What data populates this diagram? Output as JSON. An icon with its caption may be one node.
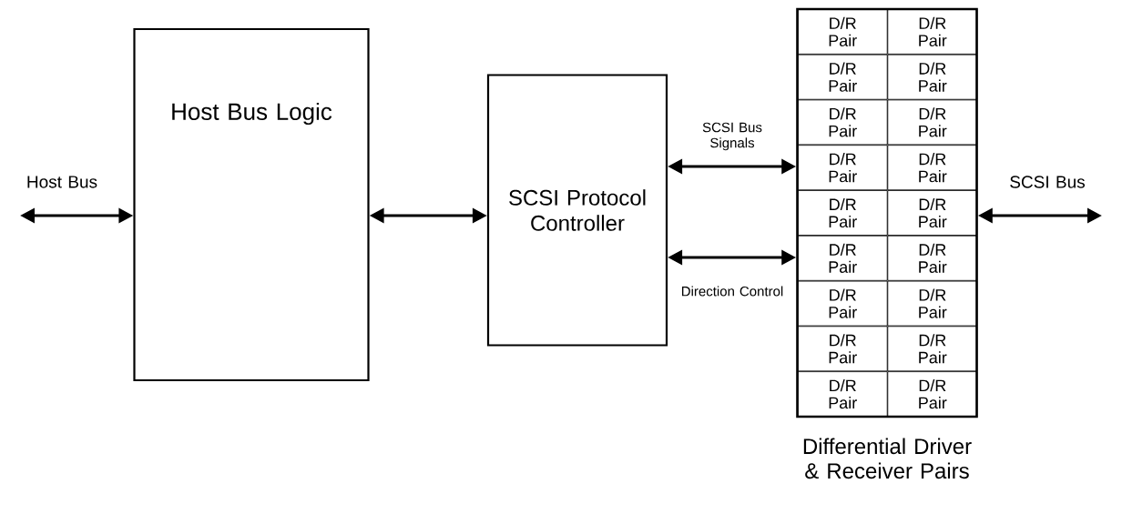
{
  "diagram": {
    "nodes": [
      {
        "text": [
          "Host Bus Logic"
        ]
      },
      {
        "text": [
          "SCSI Protocol Controller"
        ]
      },
      {
        "text": [
          "Differential Driver & Receiver Pairs"
        ]
      },
      {
        "text": [
          "D/R Pair"
        ],
        "in": 2
      },
      {
        "text": [
          "D/R Pair"
        ],
        "in": 2
      },
      {
        "text": [
          "D/R Pair"
        ],
        "in": 2
      },
      {
        "text": [
          "D/R Pair"
        ],
        "in": 2
      },
      {
        "text": [
          "D/R Pair"
        ],
        "in": 2
      },
      {
        "text": [
          "D/R Pair"
        ],
        "in": 2
      },
      {
        "text": [
          "D/R Pair"
        ],
        "in": 2
      },
      {
        "text": [
          "D/R Pair"
        ],
        "in": 2
      },
      {
        "text": [
          "D/R Pair"
        ],
        "in": 2
      },
      {
        "text": [
          "D/R Pair"
        ],
        "in": 2
      },
      {
        "text": [
          "D/R Pair"
        ],
        "in": 2
      },
      {
        "text": [
          "D/R Pair"
        ],
        "in": 2
      },
      {
        "text": [
          "D/R Pair"
        ],
        "in": 2
      },
      {
        "text": [
          "D/R Pair"
        ],
        "in": 2
      },
      {
        "text": [
          "D/R Pair"
        ],
        "in": 2
      },
      {
        "text": [
          "D/R Pair"
        ],
        "in": 2
      },
      {
        "text": [
          "D/R Pair"
        ],
        "in": 2
      },
      {
        "text": [
          "D/R Pair"
        ],
        "in": 2
      }
    ],
    "edges": [
      {
        "from": null,
        "to": 0,
        "arrow": "both",
        "label": "Host Bus"
      },
      {
        "from": 0,
        "to": 1,
        "arrow": "both"
      },
      {
        "from": 1,
        "to": 2,
        "arrow": "both",
        "label": "SCSI Bus Signals"
      },
      {
        "from": 1,
        "to": 2,
        "arrow": "both",
        "label": "Direction Control"
      },
      {
        "from": 2,
        "to": null,
        "arrow": "both",
        "label": "SCSI Bus"
      }
    ]
  }
}
